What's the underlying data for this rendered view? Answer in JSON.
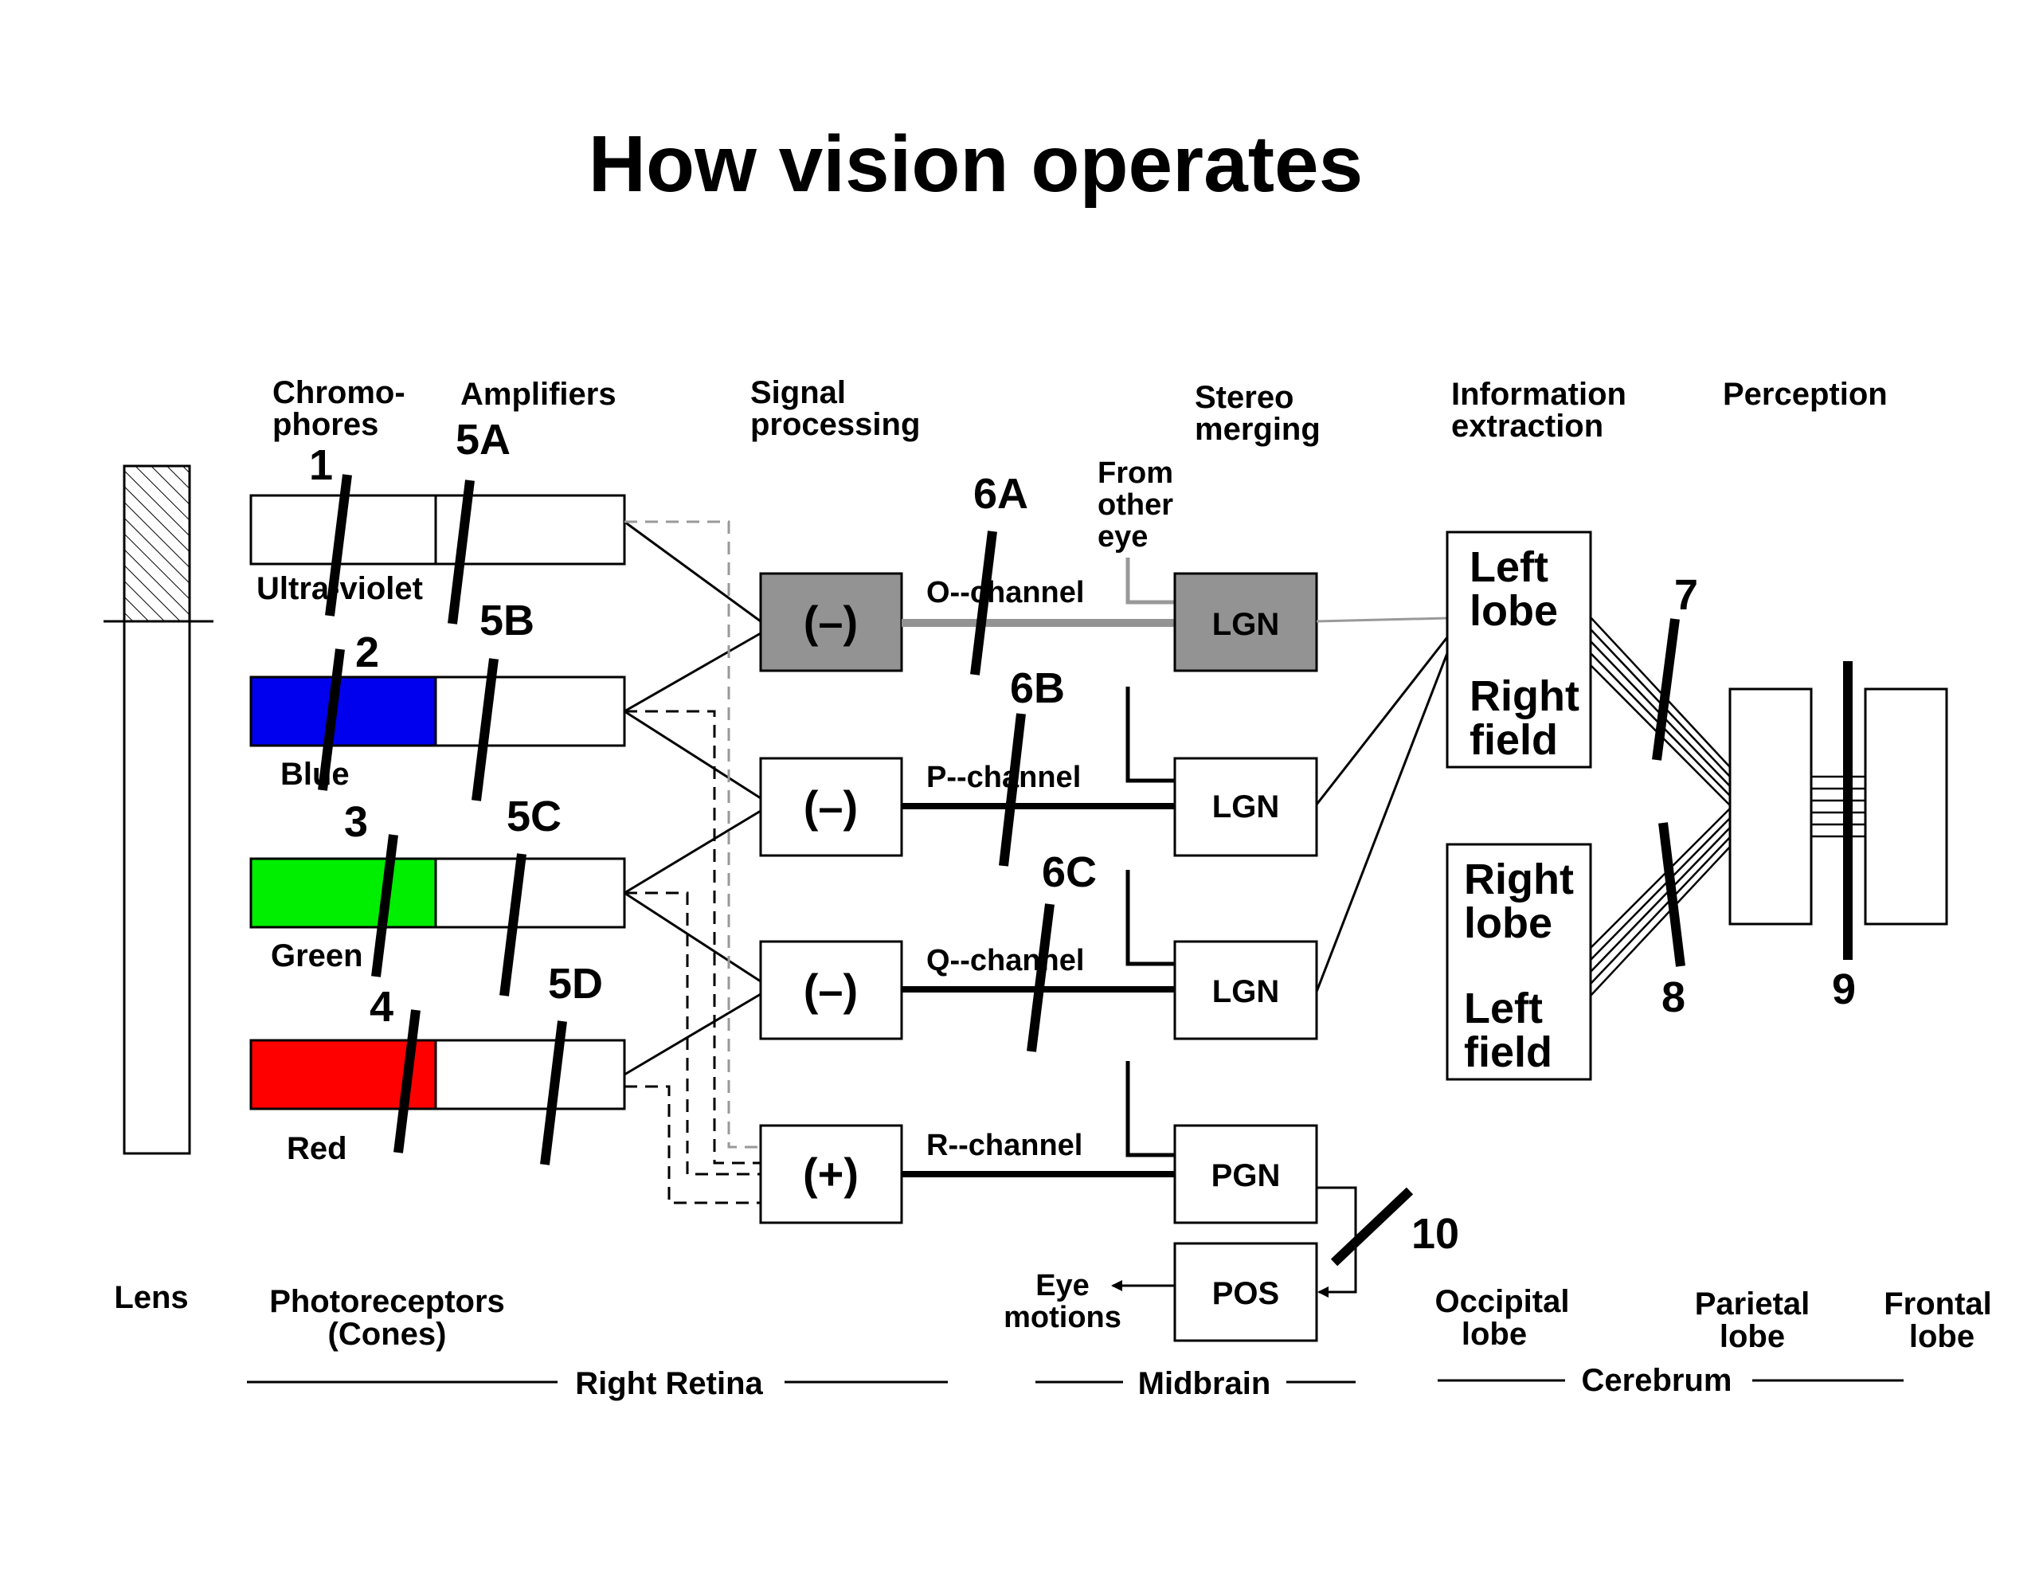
{
  "title": "How vision operates",
  "headers": {
    "chromophores": [
      "Chromo-",
      "phores"
    ],
    "amplifiers": "Amplifiers",
    "signal_processing": [
      "Signal",
      "processing"
    ],
    "stereo_merging": [
      "Stereo",
      "merging"
    ],
    "information_extraction": [
      "Information",
      "extraction"
    ],
    "perception": "Perception"
  },
  "cone_labels": [
    "Ultra-violet",
    "Blue",
    "Green",
    "Red"
  ],
  "cone_colors": [
    "#ffffff",
    "#0000ee",
    "#00ee00",
    "#ff0000"
  ],
  "lesion_numbers": {
    "n1": "1",
    "n2": "2",
    "n3": "3",
    "n4": "4",
    "n5a": "5A",
    "n5b": "5B",
    "n5c": "5C",
    "n5d": "5D",
    "n6a": "6A",
    "n6b": "6B",
    "n6c": "6C",
    "n7": "7",
    "n8": "8",
    "n9": "9",
    "n10": "10"
  },
  "operators": [
    "(–)",
    "(–)",
    "(–)",
    "(+)"
  ],
  "channels": [
    "O--channel",
    "P--channel",
    "Q--channel",
    "R--channel"
  ],
  "from_other_eye": [
    "From",
    "other",
    "eye"
  ],
  "midbrain_boxes": [
    "LGN",
    "LGN",
    "LGN",
    "PGN",
    "POS"
  ],
  "lobe_boxes": {
    "upper": [
      "Left",
      "lobe",
      "Right",
      "field"
    ],
    "lower": [
      "Right",
      "lobe",
      "Left",
      "field"
    ]
  },
  "eye_motions": [
    "Eye",
    "motions"
  ],
  "bottom_labels": {
    "lens": "Lens",
    "photoreceptors": [
      "Photoreceptors",
      "(Cones)"
    ],
    "occipital": [
      "Occipital",
      "lobe"
    ],
    "parietal": [
      "Parietal",
      "lobe"
    ],
    "frontal": [
      "Frontal",
      "lobe"
    ]
  },
  "regions": {
    "retina": "Right Retina",
    "midbrain": "Midbrain",
    "cerebrum": "Cerebrum"
  },
  "colors": {
    "active_gray": "#939393",
    "line_gray": "#999999"
  }
}
